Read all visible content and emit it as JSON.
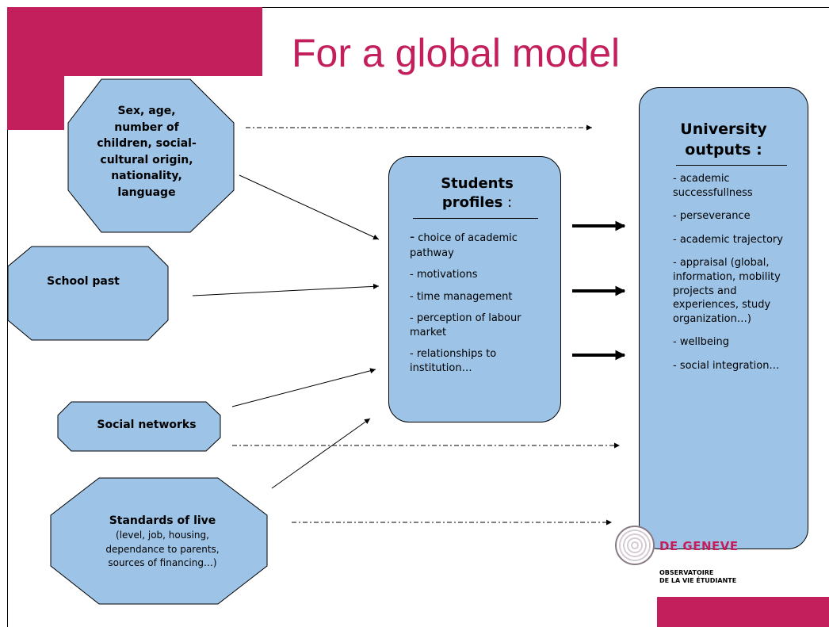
{
  "title": "For a global model",
  "inputs": {
    "demographics": [
      "Sex, age,",
      "number of",
      "children, social-",
      "cultural origin,",
      "nationality,",
      "language"
    ],
    "school_past": "School past",
    "social_networks": "Social networks",
    "standards": {
      "heading": "Standards of live",
      "detail": [
        "(level, job, housing,",
        "dependance to parents,",
        "sources of financing…)"
      ]
    }
  },
  "students_profiles": {
    "title_line1": "Students",
    "title_line2": "profiles",
    "title_colon": " :",
    "items": [
      {
        "dash": "-",
        "text": " choice of academic pathway"
      },
      {
        "dash": "",
        "text": "- motivations"
      },
      {
        "dash": "",
        "text": "- time management"
      },
      {
        "dash": "",
        "text": "- perception of labour market"
      },
      {
        "dash": "",
        "text": "- relationships to institution…"
      }
    ]
  },
  "university_outputs": {
    "title_line1": "University",
    "title_line2": "outputs :",
    "items": [
      "- academic successfullness",
      "- perseverance",
      "- academic trajectory",
      "- appraisal (global, information, mobility projects and experiences, study organization…)",
      "- wellbeing",
      "- social integration…"
    ]
  },
  "logo": {
    "name": "DE GENEVE",
    "subtitle_line1": "OBSERVATOIRE",
    "subtitle_line2": "DE LA VIE ÉTUDIANTE"
  },
  "colors": {
    "accent": "#c41f5d",
    "shape_fill": "#9dc3e6",
    "text": "#000000"
  }
}
